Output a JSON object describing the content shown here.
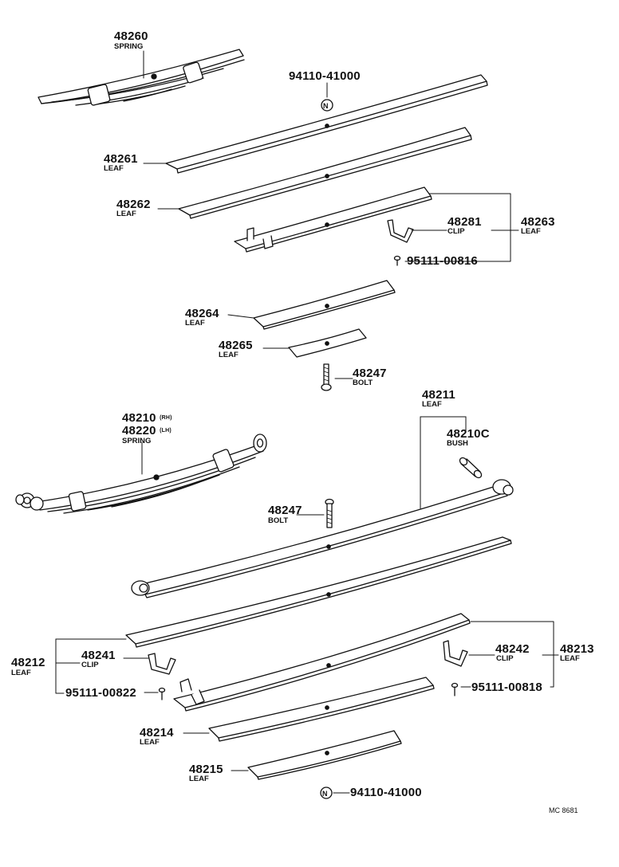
{
  "parts": {
    "p48260": {
      "number": "48260",
      "name": "SPRING"
    },
    "p94110_top": {
      "number": "94110-41000"
    },
    "p48261": {
      "number": "48261",
      "name": "LEAF"
    },
    "p48262": {
      "number": "48262",
      "name": "LEAF"
    },
    "p48281": {
      "number": "48281",
      "name": "CLIP"
    },
    "p48263": {
      "number": "48263",
      "name": "LEAF"
    },
    "p95111_00816": {
      "number": "95111-00816"
    },
    "p48264": {
      "number": "48264",
      "name": "LEAF"
    },
    "p48265": {
      "number": "48265",
      "name": "LEAF"
    },
    "p48247_top": {
      "number": "48247",
      "name": "BOLT"
    },
    "p48211": {
      "number": "48211",
      "name": "LEAF"
    },
    "p48210": {
      "number": "48210",
      "side": "(RH)"
    },
    "p48220": {
      "number": "48220",
      "side": "(LH)",
      "name": "SPRING"
    },
    "p48210C": {
      "number": "48210C",
      "name": "BUSH"
    },
    "p48247_mid": {
      "number": "48247",
      "name": "BOLT"
    },
    "p48212": {
      "number": "48212",
      "name": "LEAF"
    },
    "p48241": {
      "number": "48241",
      "name": "CLIP"
    },
    "p95111_00822": {
      "number": "95111-00822"
    },
    "p48242": {
      "number": "48242",
      "name": "CLIP"
    },
    "p48213": {
      "number": "48213",
      "name": "LEAF"
    },
    "p95111_00818": {
      "number": "95111-00818"
    },
    "p48214": {
      "number": "48214",
      "name": "LEAF"
    },
    "p48215": {
      "number": "48215",
      "name": "LEAF"
    },
    "p94110_bottom": {
      "number": "94110-41000"
    }
  },
  "symbols": {
    "nut_marker": "N"
  },
  "drawing_code": "MC 8681",
  "colors": {
    "ink": "#111111",
    "paper": "#ffffff"
  }
}
